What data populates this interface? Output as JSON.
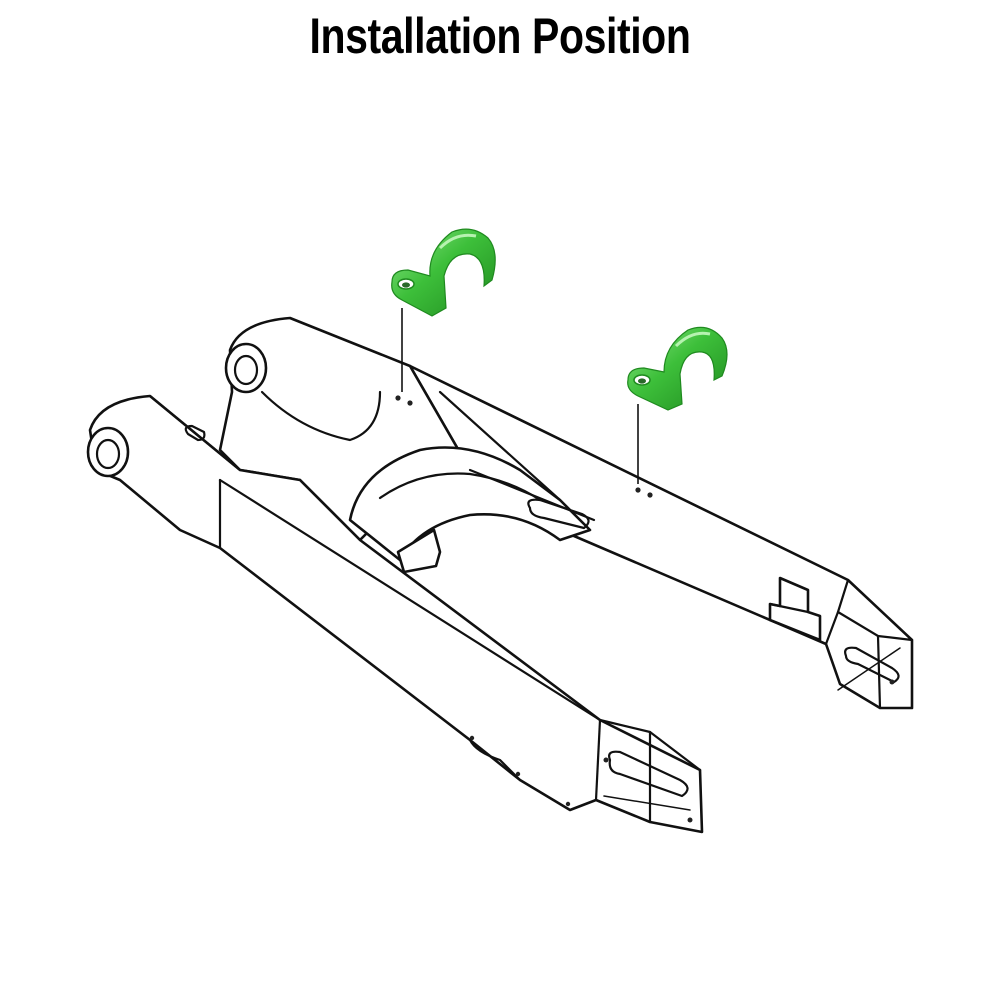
{
  "title": "Installation Position",
  "colors": {
    "clamp_green": "#3dbf3a",
    "clamp_dark": "#1f8a1f",
    "clamp_light": "#7fe07a",
    "line": "#111111"
  },
  "parts": {
    "left_clamp": "clamp-bracket",
    "right_clamp": "clamp-bracket",
    "frame": "swingarm"
  }
}
